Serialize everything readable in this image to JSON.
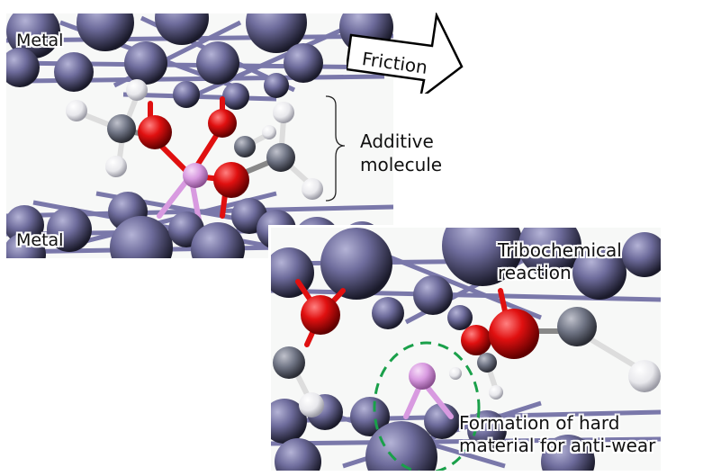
{
  "top_panel": {
    "label_metal_top": "Metal",
    "label_metal_bottom": "Metal",
    "brace_label_line1": "Additive",
    "brace_label_line2": "molecule"
  },
  "arrow": {
    "label": "Friction"
  },
  "bottom_panel": {
    "label_reaction_line1": "Tribochemical",
    "label_reaction_line2": "reaction",
    "label_formation_line1": "Formation of hard",
    "label_formation_line2": "material for anti-wear"
  },
  "colors": {
    "metal_atom": "#6e6c9c",
    "oxygen_atom": "#e01010",
    "phosphorus_atom": "#d89ae0",
    "hydrogen_atom": "#f0f0f0",
    "carbon_atom": "#707585",
    "highlight_circle": "#1aa04a"
  }
}
